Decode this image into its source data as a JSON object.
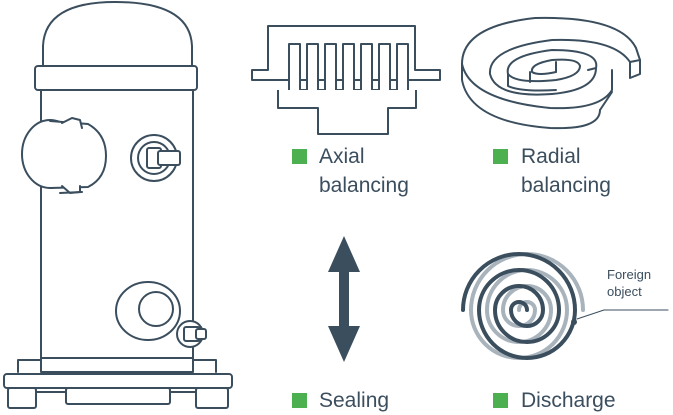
{
  "labels": {
    "axial": {
      "line1": "Axial",
      "line2": "balancing"
    },
    "radial": {
      "line1": "Radial",
      "line2": "balancing"
    },
    "sealing": {
      "line1": "Sealing"
    },
    "discharge": {
      "line1": "Discharge"
    }
  },
  "callout": {
    "line1": "Foreign",
    "line2": "object"
  },
  "colors": {
    "ink": "#3b4e5e",
    "marker": "#4caf50",
    "scroll_light": "#a8b3bc"
  },
  "icons": {
    "compressor": "scroll-compressor-icon",
    "axial": "axial-balancing-icon",
    "radial": "radial-balancing-icon",
    "sealing": "double-arrow-icon",
    "discharge": "spiral-scroll-icon"
  }
}
